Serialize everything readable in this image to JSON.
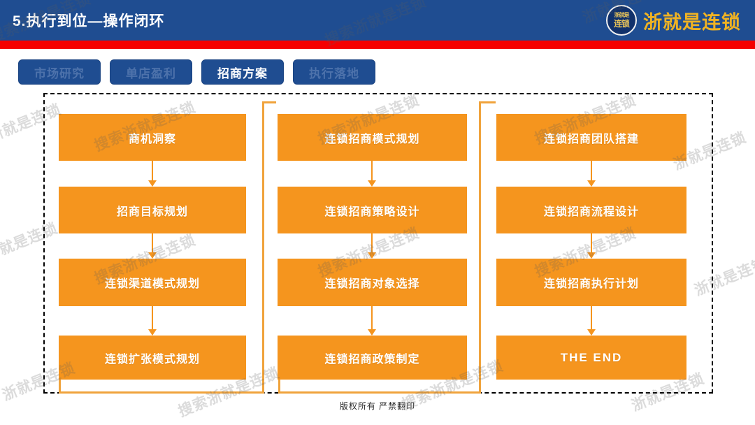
{
  "header": {
    "title": "5.执行到位—操作闭环",
    "brand_name": "浙就是连锁",
    "badge_top": "浙就是",
    "badge_bottom": "连锁",
    "bg_color": "#1f4d91",
    "accent_red": "#f50000",
    "brand_gold": "#f0b323"
  },
  "tabs": [
    {
      "label": "市场研究",
      "active": false
    },
    {
      "label": "单店盈利",
      "active": false
    },
    {
      "label": "招商方案",
      "active": true
    },
    {
      "label": "执行落地",
      "active": false
    }
  ],
  "diagram": {
    "box_color": "#f5951e",
    "border_style": "dashed-black",
    "columns": [
      {
        "name": "column-1",
        "steps": [
          "商机洞察",
          "招商目标规划",
          "连锁渠道模式规划",
          "连锁扩张模式规划"
        ]
      },
      {
        "name": "column-2",
        "steps": [
          "连锁招商模式规划",
          "连锁招商策略设计",
          "连锁招商对象选择",
          "连锁招商政策制定"
        ]
      },
      {
        "name": "column-3",
        "steps": [
          "连锁招商团队搭建",
          "连锁招商流程设计",
          "连锁招商执行计划",
          "THE END"
        ]
      }
    ]
  },
  "footer": {
    "copyright": "版权所有 严禁翻印"
  },
  "watermarks": {
    "a": "搜索浙就是连锁",
    "b": "浙就是连锁"
  }
}
